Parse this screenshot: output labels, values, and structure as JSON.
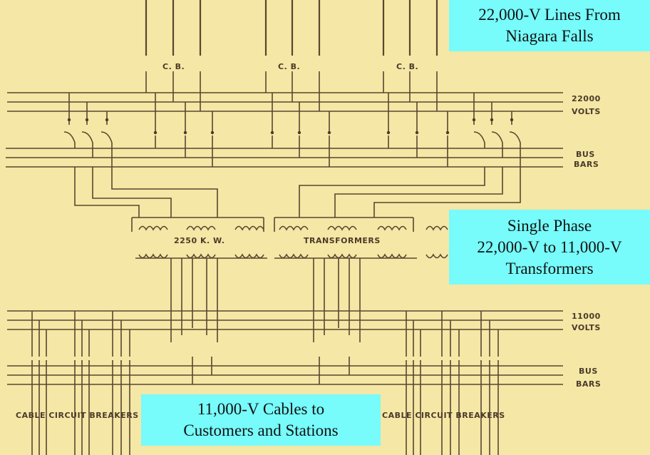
{
  "callouts": {
    "lines_from_niagara": [
      "22,000-V Lines From",
      "Niagara Falls"
    ],
    "transformers": [
      "Single Phase",
      "22,000-V to 11,000-V",
      "Transformers"
    ],
    "cables": [
      "11,000-V Cables to",
      "Customers and Stations"
    ]
  },
  "labels": {
    "cb": "C. B.",
    "volts_22000": "22000",
    "volts_word": "VOLTS",
    "bus": "BUS",
    "bars": "BARS",
    "kw": "2250 K. W.",
    "transformers": "TRANSFORMERS",
    "volts_11000": "11000",
    "cable_breakers": "CABLE CIRCUIT BREAKERS"
  },
  "colors": {
    "background": "#f5e7a5",
    "callout": "#77fbfb",
    "ink": "#5a4630"
  }
}
